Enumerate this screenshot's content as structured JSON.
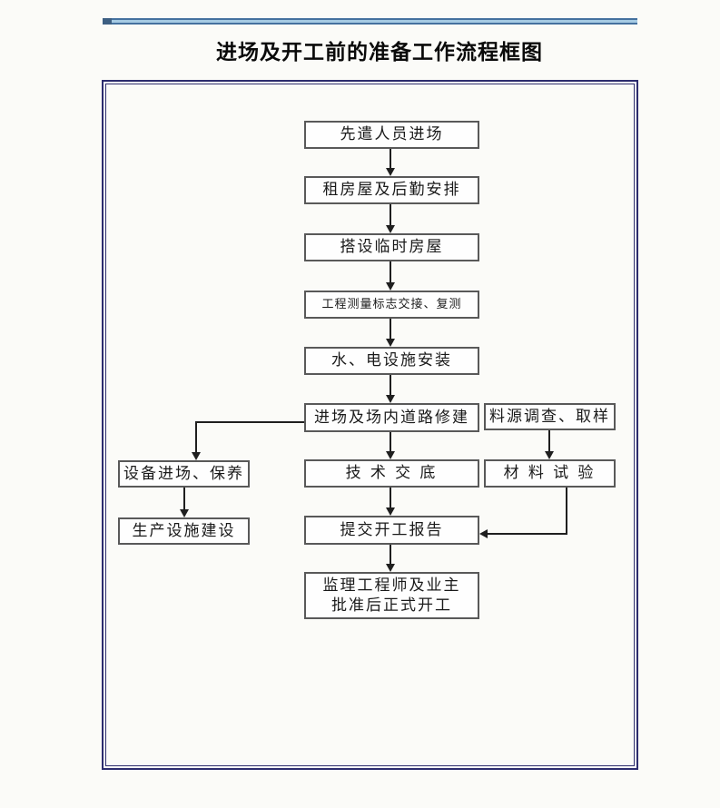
{
  "title": "进场及开工前的准备工作流程框图",
  "colors": {
    "frame_navy": "#2d2d6e",
    "divider_blue_light": "#a6cbe4",
    "divider_blue_dark": "#44719f",
    "box_border_gray": "#595959",
    "arrow_black": "#1f1f1f"
  },
  "flowchart": {
    "main": [
      {
        "label": "先遣人员进场"
      },
      {
        "label": "租房屋及后勤安排"
      },
      {
        "label": "搭设临时房屋"
      },
      {
        "label": "工程测量标志交接、复测"
      },
      {
        "label": "水、电设施安装"
      },
      {
        "label": "进场及场内道路修建"
      },
      {
        "label": "技 术 交 底"
      },
      {
        "label": "提交开工报告"
      },
      {
        "label_line1": "监理工程师及业主",
        "label_line2": "批准后正式开工"
      }
    ],
    "left": [
      {
        "label": "设备进场、保养"
      },
      {
        "label": "生产设施建设"
      }
    ],
    "right": [
      {
        "label": "料源调查、取样"
      },
      {
        "label": "材 料 试 验"
      }
    ]
  }
}
